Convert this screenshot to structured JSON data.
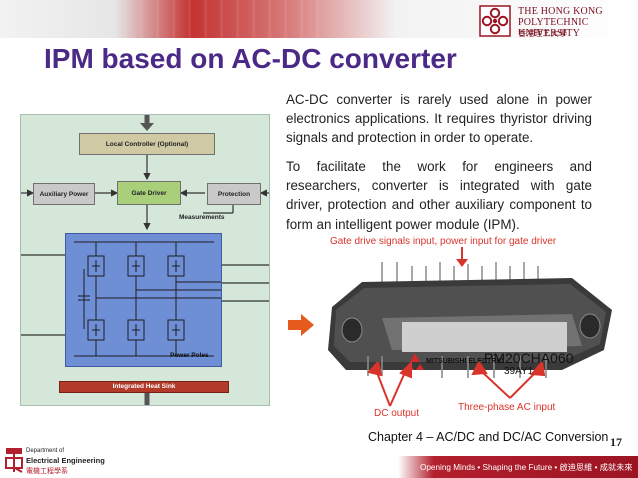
{
  "header": {
    "university_line1": "THE HONG KONG",
    "university_line2": "POLYTECHNIC UNIVERSITY",
    "university_chinese": "香港理工大學"
  },
  "title": "IPM based on AC-DC converter",
  "paragraphs": [
    "AC-DC converter is rarely used alone in power electronics applications. It requires thyristor driving signals and protection in order to operate.",
    "To facilitate the work for engineers and researchers, converter is integrated with gate driver, protection and other auxiliary component to form an intelligent power module (IPM)."
  ],
  "diagram": {
    "local_controller": "Local Controller (Optional)",
    "auxiliary_power": "Auxiliary Power",
    "gate_driver": "Gate Driver",
    "protection": "Protection",
    "measurements": "Measurements",
    "power_poles": "Power Poles",
    "heat_sink": "Integrated Heat Sink"
  },
  "photo": {
    "top_label": "Gate drive signals input, power input for gate driver",
    "dc_output_label": "DC output",
    "ac_input_label": "Three-phase AC input",
    "module_brand": "MITSUBISHI ELECTRIC",
    "module_part": "PM20CHA060",
    "module_code": "39AY1"
  },
  "chapter": "Chapter 4 – AC/DC and DC/AC Conversion",
  "slide_number": "17",
  "department": {
    "line1": "Department of",
    "line2": "Electrical Engineering",
    "chinese": "電機工程學系"
  },
  "slogan": "Opening Minds • Shaping the Future • 啟迪思維 • 成就未來",
  "colors": {
    "title": "#4b2a87",
    "red_label": "#d9342b",
    "brand_red": "#b21f2d"
  }
}
